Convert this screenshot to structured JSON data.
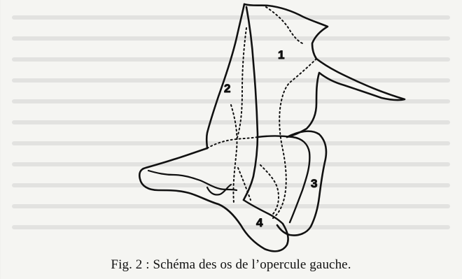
{
  "figure": {
    "caption": "Fig. 2 : Schéma des os de l’opercule gauche.",
    "labels": [
      "1",
      "2",
      "3",
      "4"
    ]
  },
  "colors": {
    "ink": "#111111",
    "paper": "#f5f5f2"
  }
}
